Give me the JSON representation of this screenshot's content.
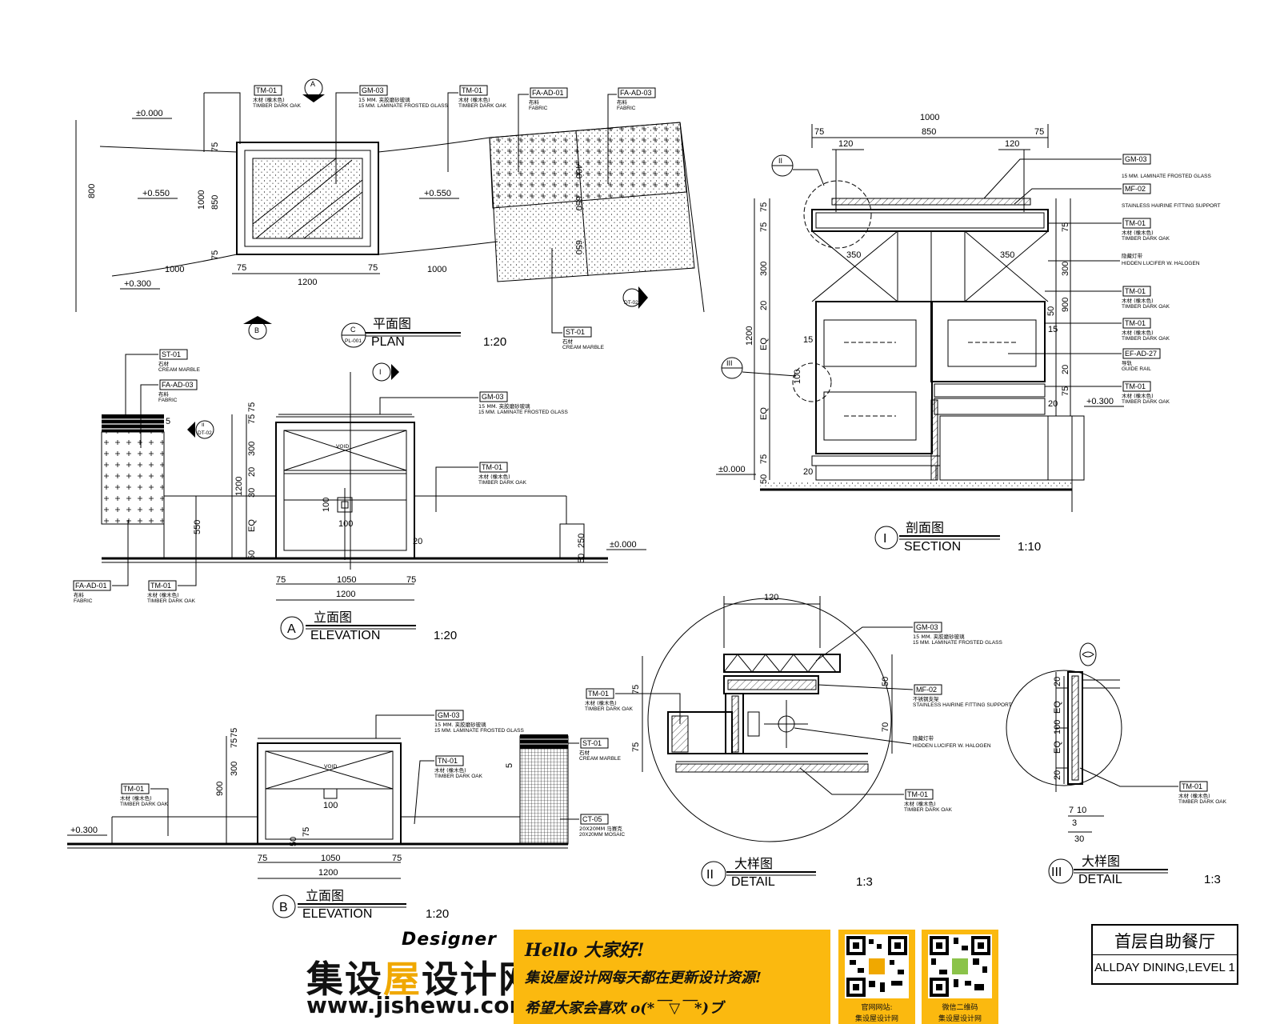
{
  "plan": {
    "title_cn": "平面图",
    "title_en": "PLAN",
    "ref_letter": "C",
    "ref_sheet": "PL-001",
    "scale": "1:20",
    "levels": [
      "±0.000",
      "+0.550",
      "+0.550",
      "+0.300"
    ],
    "dims": [
      "800",
      "1000",
      "850",
      "75",
      "75",
      "1000",
      "1200",
      "1000",
      "75",
      "75",
      "400",
      "650",
      "650"
    ],
    "markers": [
      "A",
      "B",
      "DT-02"
    ],
    "callouts": [
      {
        "code": "TM-01",
        "cn": "木材 (橡木色)",
        "en": "TIMBER DARK OAK"
      },
      {
        "code": "GM-03",
        "cn": "15 MM. 夹胶磨砂玻璃",
        "en": "15 MM.  LAMINATE FROSTED GLASS"
      },
      {
        "code": "TM-01",
        "cn": "木材 (橡木色)",
        "en": "TIMBER DARK OAK"
      },
      {
        "code": "FA-AD-01",
        "cn": "布料",
        "en": "FABRIC"
      },
      {
        "code": "FA-AD-03",
        "cn": "布料",
        "en": "FABRIC"
      },
      {
        "code": "ST-01",
        "cn": "石材",
        "en": "CREAM MARBLE"
      }
    ]
  },
  "elevA": {
    "title_cn": "立面图",
    "title_en": "ELEVATION",
    "ref_letter": "A",
    "scale": "1:20",
    "levels": [
      "±0.000"
    ],
    "dims": [
      "75",
      "75",
      "300",
      "20",
      "30",
      "EQ",
      "50",
      "1200",
      "550",
      "20",
      "100",
      "100",
      "250",
      "50",
      "5",
      "75",
      "1050",
      "75",
      "1200"
    ],
    "markers": [
      "I",
      "II",
      "DT-02"
    ],
    "void": "VOID",
    "callouts": [
      {
        "code": "ST-01",
        "cn": "石材",
        "en": "CREAM MARBLE"
      },
      {
        "code": "FA-AD-03",
        "cn": "布料",
        "en": "FABRIC"
      },
      {
        "code": "GM-03",
        "cn": "15 MM. 夹胶磨砂玻璃",
        "en": "15 MM.  LAMINATE FROSTED GLASS"
      },
      {
        "code": "TM-01",
        "cn": "木材 (橡木色)",
        "en": "TIMBER DARK OAK"
      },
      {
        "code": "FA-AD-01",
        "cn": "布料",
        "en": "FABRIC"
      },
      {
        "code": "TM-01",
        "cn": "木材 (橡木色)",
        "en": "TIMBER DARK OAK"
      }
    ]
  },
  "elevB": {
    "title_cn": "立面图",
    "title_en": "ELEVATION",
    "ref_letter": "B",
    "scale": "1:20",
    "levels": [
      "+0.300"
    ],
    "dims": [
      "75",
      "75",
      "300",
      "900",
      "100",
      "50",
      "75",
      "5",
      "75",
      "1050",
      "75",
      "1200"
    ],
    "void": "VOID",
    "callouts": [
      {
        "code": "GM-03",
        "cn": "15 MM. 夹胶磨砂玻璃",
        "en": "15 MM.  LAMINATE FROSTED GLASS"
      },
      {
        "code": "TN-01",
        "cn": "木材 (橡木色)",
        "en": "TIMBER DARK OAK"
      },
      {
        "code": "TM-01",
        "cn": "木材 (橡木色)",
        "en": "TIMBER DARK OAK"
      },
      {
        "code": "ST-01",
        "cn": "石材",
        "en": "CREAM MARBLE"
      },
      {
        "code": "CT-05",
        "cn": "20X20MM 马赛克",
        "en": "20X20MM MOSAIC"
      }
    ]
  },
  "section": {
    "title_cn": "剖面图",
    "title_en": "SECTION",
    "ref_roman": "I",
    "scale": "1:10",
    "levels": [
      "±0.000",
      "+0.300"
    ],
    "dims": [
      "1000",
      "75",
      "850",
      "75",
      "120",
      "120",
      "75",
      "75",
      "300",
      "20",
      "EQ",
      "1200",
      "EQ",
      "75",
      "50",
      "350",
      "350",
      "15",
      "100",
      "20",
      "75",
      "300",
      "900",
      "50",
      "20",
      "15",
      "75",
      "20"
    ],
    "markers": [
      "II",
      "III"
    ],
    "callouts": [
      {
        "code": "GM-03",
        "cn": "",
        "en": "15 MM.  LAMINATE FROSTED GLASS"
      },
      {
        "code": "MF-02",
        "cn": "",
        "en": "STAINLESS HAIRINE FITTING SUPPORT"
      },
      {
        "code": "TM-01",
        "cn": "木材 (橡木色)",
        "en": "TIMBER DARK OAK"
      },
      {
        "code": "",
        "cn": "隐藏灯带",
        "en": "HIDDEN LUCIFER W. HALOGEN"
      },
      {
        "code": "TM-01",
        "cn": "木材 (橡木色)",
        "en": "TIMBER DARK OAK"
      },
      {
        "code": "TM-01",
        "cn": "木材 (橡木色)",
        "en": "TIMBER DARK OAK"
      },
      {
        "code": "EF-AD-27",
        "cn": "导轨",
        "en": "GUIDE RAIL"
      },
      {
        "code": "TM-01",
        "cn": "木材 (橡木色)",
        "en": "TIMBER DARK OAK"
      }
    ]
  },
  "detail2": {
    "title_cn": "大样图",
    "title_en": "DETAIL",
    "ref_roman": "II",
    "scale": "1:3",
    "dims": [
      "120",
      "75",
      "75",
      "50",
      "70"
    ],
    "callouts": [
      {
        "code": "GM-03",
        "cn": "15 MM. 夹胶磨砂玻璃",
        "en": "15 MM.  LAMINATE FROSTED GLASS"
      },
      {
        "code": "MF-02",
        "cn": "不锈钢支架",
        "en": "STAINLESS HAIRINE FITTING SUPPORT"
      },
      {
        "code": "",
        "cn": "隐藏灯带",
        "en": "HIDDEN LUCIFER W. HALOGEN"
      },
      {
        "code": "TM-01",
        "cn": "木材 (橡木色)",
        "en": "TIMBER DARK OAK"
      },
      {
        "code": "TM-01",
        "cn": "木材 (橡木色)",
        "en": "TIMBER DARK OAK"
      }
    ]
  },
  "detail3": {
    "title_cn": "大样图",
    "title_en": "DETAIL",
    "ref_roman": "III",
    "scale": "1:3",
    "dims": [
      "20",
      "EQ",
      "100",
      "EQ",
      "20",
      "7",
      "10",
      "3",
      "30"
    ],
    "callouts": [
      {
        "code": "TM-01",
        "cn": "木材 (橡木色)",
        "en": "TIMBER DARK OAK"
      }
    ]
  },
  "banner": {
    "designer": "Designer",
    "logo_a": "集设",
    "logo_b": "屋",
    "logo_c": "设计网",
    "url": "www.jishewu.com",
    "promo1": "Hello  大家好!",
    "promo2": "集设屋设计网每天都在更新设计资源!",
    "promo3": "希望大家会喜欢 o(*￣▽￣*)ブ",
    "qr1_cap1": "官网网站:",
    "qr1_cap2": "集设屋设计网",
    "qr2_cap1": "微信二维码",
    "qr2_cap2": "集设屋设计网"
  },
  "titleblock": {
    "cn": "首层自助餐厅",
    "en": "ALLDAY DINING,LEVEL 1"
  }
}
